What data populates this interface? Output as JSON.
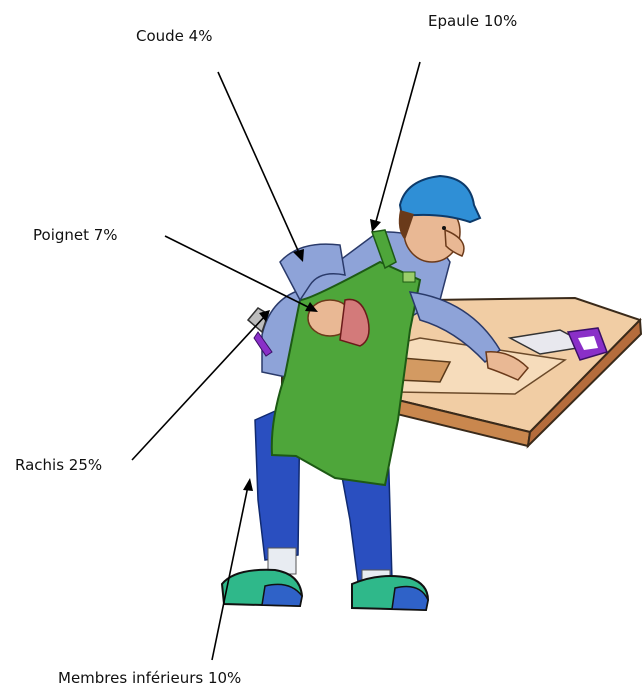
{
  "labels": {
    "coude": "Coude 4%",
    "epaule": "Epaule 10%",
    "poignet": "Poignet 7%",
    "rachis": "Rachis 25%",
    "membres": "Membres inférieurs 10%"
  },
  "colors": {
    "skin": "#e9b894",
    "shirt": "#8ea3d8",
    "apron": "#4ea63a",
    "pants": "#2a4fc0",
    "cap": "#2f8fd6",
    "shoe_green": "#2fb88a",
    "shoe_blue": "#2f62c8",
    "wood_light": "#f1cda4",
    "wood_dark": "#b56c3c",
    "saw_handle": "#8a2fc8",
    "arrow": "#000000"
  }
}
